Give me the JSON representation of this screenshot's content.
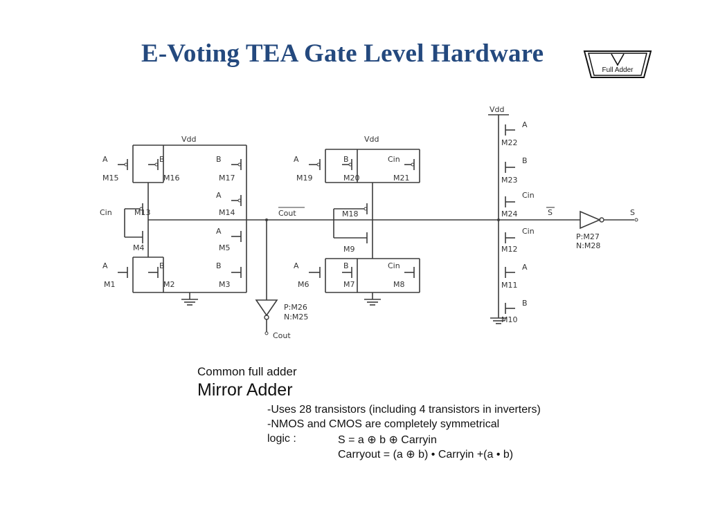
{
  "slide": {
    "title": "E-Voting TEA Gate Level Hardware",
    "logo_label": "Full Adder"
  },
  "circuit": {
    "supply_label": "Vdd",
    "carry_out_bar_label": "Cout",
    "carry_out_label": "Cout",
    "sum_bar_label": "S",
    "sum_label": "S",
    "inverter1_label_p": "P:M26",
    "inverter1_label_n": "N:M25",
    "inverter2_label_p": "P:M27",
    "inverter2_label_n": "N:M28",
    "transistors": [
      {
        "name": "M15",
        "gate": "A"
      },
      {
        "name": "M16",
        "gate": "B"
      },
      {
        "name": "M17",
        "gate": "B"
      },
      {
        "name": "M13",
        "gate": "Cin"
      },
      {
        "name": "M14",
        "gate": "A"
      },
      {
        "name": "M4",
        "gate": ""
      },
      {
        "name": "M5",
        "gate": "A"
      },
      {
        "name": "M1",
        "gate": "A"
      },
      {
        "name": "M2",
        "gate": "B"
      },
      {
        "name": "M3",
        "gate": "B"
      },
      {
        "name": "M19",
        "gate": "A"
      },
      {
        "name": "M20",
        "gate": "B"
      },
      {
        "name": "M21",
        "gate": "Cin"
      },
      {
        "name": "M18",
        "gate": ""
      },
      {
        "name": "M9",
        "gate": ""
      },
      {
        "name": "M6",
        "gate": "A"
      },
      {
        "name": "M7",
        "gate": "B"
      },
      {
        "name": "M8",
        "gate": "Cin"
      },
      {
        "name": "M22",
        "gate": "A"
      },
      {
        "name": "M23",
        "gate": "B"
      },
      {
        "name": "M24",
        "gate": "Cin"
      },
      {
        "name": "M12",
        "gate": "Cin"
      },
      {
        "name": "M11",
        "gate": "A"
      },
      {
        "name": "M10",
        "gate": "B"
      }
    ]
  },
  "notes": {
    "line1": "Common full adder",
    "line2": "Mirror Adder",
    "line3": "-Uses 28 transistors (including 4 transistors in inverters)",
    "line4": "-NMOS and CMOS are completely symmetrical",
    "line5_label": "logic :",
    "line5_formula": "S = a ⊕ b ⊕ Carryin",
    "line6_formula": "Carryout = (a ⊕ b) • Carryin +(a • b)"
  }
}
